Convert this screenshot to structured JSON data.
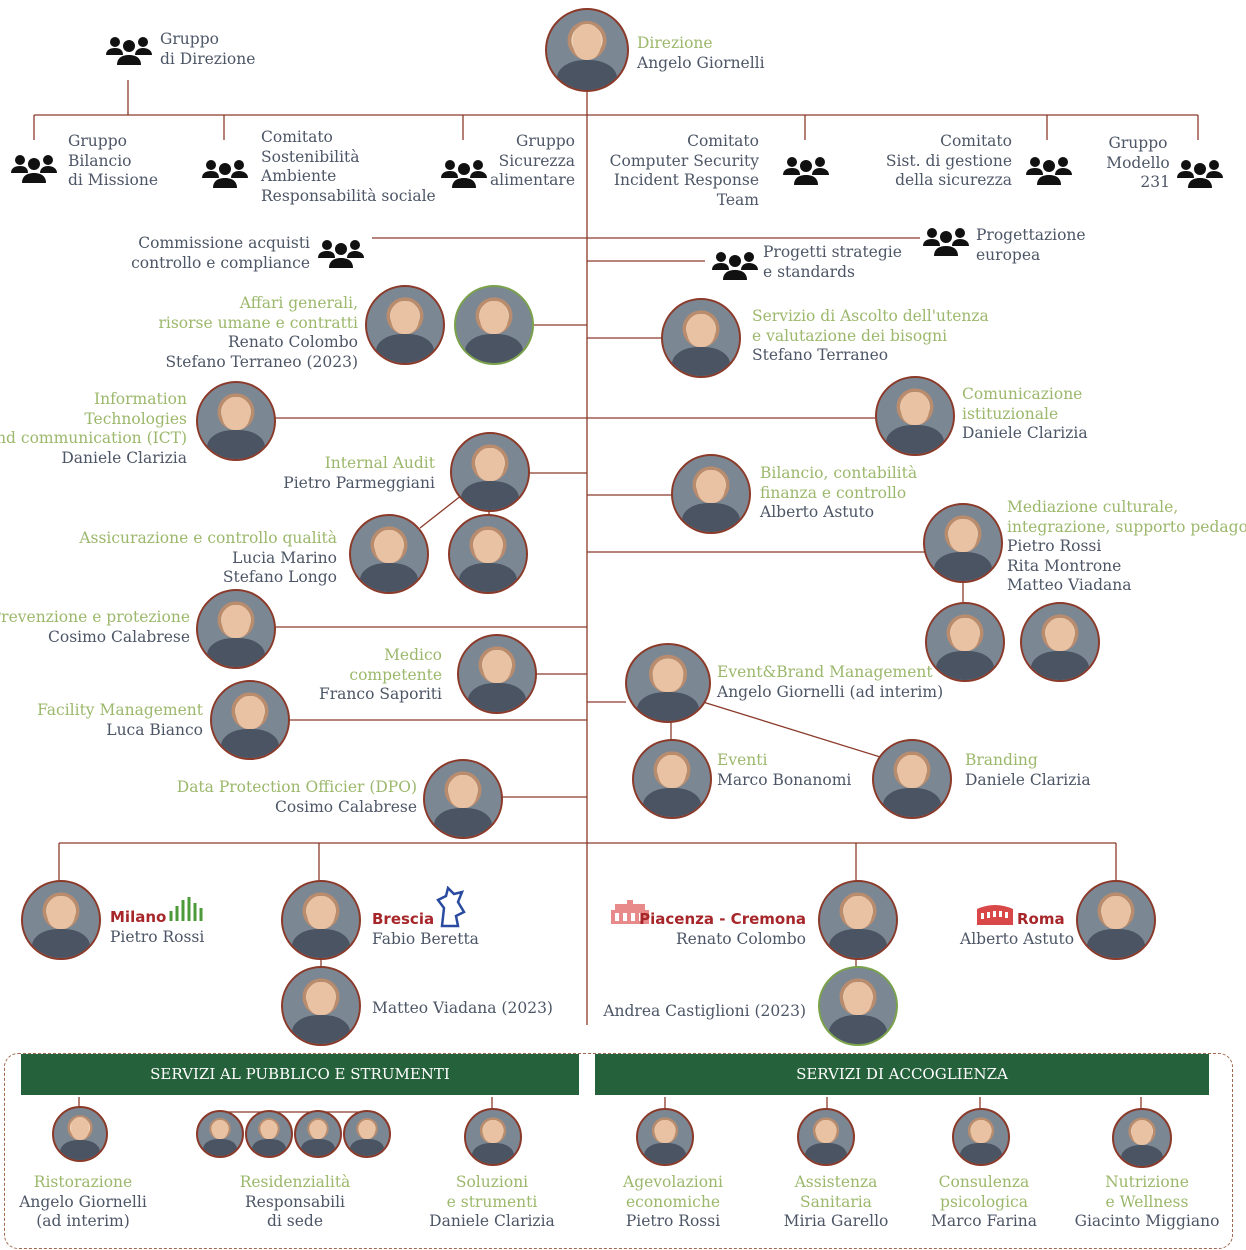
{
  "colors": {
    "line": "#8b3a2a",
    "role": "#9cb86c",
    "name": "#4d5666",
    "bar": "#25613a",
    "city": "#a6262a"
  },
  "top": {
    "role": "Direzione",
    "name": "Angelo Giornelli"
  },
  "gruppo_direzione": {
    "line1": "Gruppo",
    "line2": "di Direzione"
  },
  "committees": [
    {
      "lines": [
        "Gruppo",
        "Bilancio",
        "di Missione"
      ]
    },
    {
      "lines": [
        "Comitato",
        "Sostenibilità",
        "Ambiente",
        "Responsabilità sociale"
      ]
    },
    {
      "lines": [
        "Gruppo",
        "Sicurezza",
        "alimentare"
      ]
    },
    {
      "lines": [
        "Comitato",
        "Computer Security",
        "Incident Response",
        "Team"
      ]
    },
    {
      "lines": [
        "Comitato",
        "Sist. di gestione",
        "della sicurezza"
      ]
    },
    {
      "lines": [
        "Gruppo",
        "Modello",
        "231"
      ]
    }
  ],
  "commissione": {
    "line1": "Commissione acquisti",
    "line2": "controllo e compliance"
  },
  "progettazione": {
    "line1": "Progettazione",
    "line2": "europea"
  },
  "progetti": {
    "line1": "Progetti strategie",
    "line2": "e standards"
  },
  "left_nodes": [
    {
      "role1": "Affari generali,",
      "role2": "risorse umane e contratti",
      "name1": "Renato Colombo",
      "name2": "Stefano Terraneo (2023)"
    },
    {
      "role1": "Information",
      "role2": "Technologies",
      "role3": "and communication (ICT)",
      "name1": "Daniele Clarizia"
    },
    {
      "role1": "Internal Audit",
      "name1": "Pietro Parmeggiani"
    },
    {
      "role1": "Assicurazione e controllo qualità",
      "name1": "Lucia Marino",
      "name2": "Stefano Longo"
    },
    {
      "role1": "Prevenzione e protezione",
      "name1": "Cosimo Calabrese"
    },
    {
      "role1": "Medico",
      "role2": "competente",
      "name1": "Franco Saporiti"
    },
    {
      "role1": "Facility Management",
      "name1": "Luca Bianco"
    },
    {
      "role1": "Data Protection Officier (DPO)",
      "name1": "Cosimo Calabrese"
    }
  ],
  "right_nodes": [
    {
      "role1": "Servizio di Ascolto dell'utenza",
      "role2": "e valutazione dei bisogni",
      "name1": "Stefano Terraneo"
    },
    {
      "role1": "Comunicazione",
      "role2": "istituzionale",
      "name1": "Daniele Clarizia"
    },
    {
      "role1": "Bilancio, contabilità",
      "role2": "finanza e controllo",
      "name1": "Alberto Astuto"
    },
    {
      "role1": "Mediazione culturale,",
      "role2": "integrazione, supporto pedagogico",
      "name1": "Pietro Rossi",
      "name2": "Rita Montrone",
      "name3": "Matteo Viadana"
    },
    {
      "role1": "Event&Brand Management",
      "name1": "Angelo Giornelli (ad interim)"
    },
    {
      "role1": "Eventi",
      "name1": "Marco Bonanomi"
    },
    {
      "role1": "Branding",
      "name1": "Daniele Clarizia"
    }
  ],
  "cities": [
    {
      "city": "Milano",
      "name": "Pietro Rossi"
    },
    {
      "city": "Brescia",
      "name": "Fabio Beretta",
      "extra": "Matteo Viadana (2023)"
    },
    {
      "city": "Piacenza - Cremona",
      "name": "Renato Colombo",
      "extra": "Andrea Castiglioni (2023)"
    },
    {
      "city": "Roma",
      "name": "Alberto Astuto"
    }
  ],
  "bars": {
    "left": "SERVIZI AL PUBBLICO E STRUMENTI",
    "right": "SERVIZI DI ACCOGLIENZA"
  },
  "services": [
    {
      "role1": "Ristorazione",
      "name1": "Angelo Giornelli",
      "name2": "(ad interim)"
    },
    {
      "role1": "Residenzialità",
      "name1": "Responsabili",
      "name2": "di sede"
    },
    {
      "role1": "Soluzioni",
      "role2": "e strumenti",
      "name1": "Daniele Clarizia"
    },
    {
      "role1": "Agevolazioni",
      "role2": "economiche",
      "name1": "Pietro Rossi"
    },
    {
      "role1": "Assistenza",
      "role2": "Sanitaria",
      "name1": "Miria Garello"
    },
    {
      "role1": "Consulenza",
      "role2": "psicologica",
      "name1": "Marco Farina"
    },
    {
      "role1": "Nutrizione",
      "role2": "e Wellness",
      "name1": "Giacinto Miggiano"
    }
  ]
}
